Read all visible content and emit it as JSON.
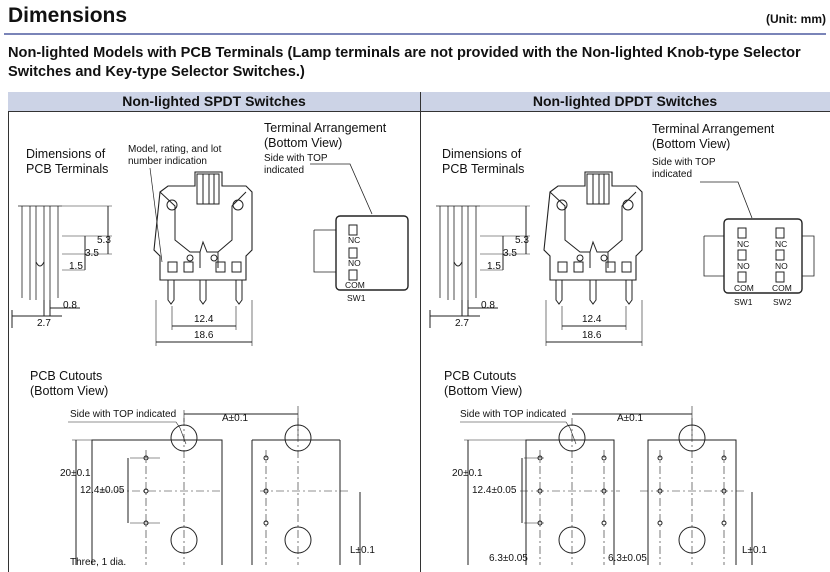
{
  "header": {
    "title": "Dimensions",
    "unit": "(Unit: mm)"
  },
  "subheading": "Non-lighted Models with PCB Terminals (Lamp terminals are not provided with the Non-lighted Knob-type Selector Switches and Key-type Selector Switches.)",
  "columns": {
    "left": "Non-lighted SPDT Switches",
    "right": "Non-lighted DPDT Switches"
  },
  "left": {
    "pcb_terminals_label_1": "Dimensions of",
    "pcb_terminals_label_2": "PCB Terminals",
    "model_label_1": "Model, rating, and lot",
    "model_label_2": "number indication",
    "terminal_arrangement_1": "Terminal Arrangement",
    "terminal_arrangement_2": "(Bottom View)",
    "side_top_1": "Side with TOP",
    "side_top_2": "indicated",
    "dim_5_3": "5.3",
    "dim_3_5": "3.5",
    "dim_1_5": "1.5",
    "dim_0_8": "0.8",
    "dim_2_7": "2.7",
    "dim_12_4": "12.4",
    "dim_18_6": "18.6",
    "t_nc": "NC",
    "t_no": "NO",
    "t_com": "COM",
    "sw1": "SW1",
    "cutouts_1": "PCB Cutouts",
    "cutouts_2": "(Bottom View)",
    "side_top_cut": "Side with TOP indicated",
    "a_tol": "A±0.1",
    "d20": "20±0.1",
    "d12_4": "12.4±0.05",
    "three_dia": "Three, 1 dia.",
    "l_tol": "L±0.1"
  },
  "right": {
    "pcb_terminals_label_1": "Dimensions of",
    "pcb_terminals_label_2": "PCB Terminals",
    "terminal_arrangement_1": "Terminal Arrangement",
    "terminal_arrangement_2": "(Bottom View)",
    "side_top_1": "Side with TOP",
    "side_top_2": "indicated",
    "dim_5_3": "5.3",
    "dim_3_5": "3.5",
    "dim_1_5": "1.5",
    "dim_0_8": "0.8",
    "dim_2_7": "2.7",
    "dim_12_4": "12.4",
    "dim_18_6": "18.6",
    "t_nc": "NC",
    "t_no": "NO",
    "t_com": "COM",
    "sw1": "SW1",
    "sw2": "SW2",
    "cutouts_1": "PCB Cutouts",
    "cutouts_2": "(Bottom View)",
    "side_top_cut": "Side with TOP indicated",
    "a_tol": "A±0.1",
    "d20": "20±0.1",
    "d12_4": "12.4±0.05",
    "d6_3a": "6.3±0.05",
    "d6_3b": "6.3±0.05",
    "l_tol": "L±0.1"
  }
}
